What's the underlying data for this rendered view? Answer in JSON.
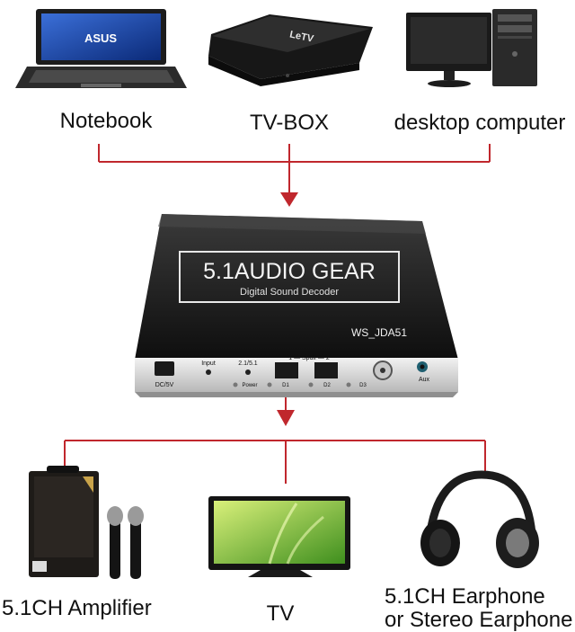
{
  "sources": [
    {
      "label": "Notebook",
      "brand": "ASUS"
    },
    {
      "label": "TV-BOX",
      "brand": "LeTV"
    },
    {
      "label": "desktop computer"
    }
  ],
  "decoder": {
    "title": "5.1AUDIO GEAR",
    "subtitle": "Digital Sound Decoder",
    "model": "WS_JDA51",
    "ports": {
      "dc": "DC/5V",
      "input": "Input",
      "mode": "2.1/5.1",
      "spdif": "1 — Spdif — 2",
      "power": "Power",
      "d1": "D1",
      "d2": "D2",
      "d3": "D3",
      "aux": "Aux"
    }
  },
  "outputs": [
    {
      "label": "5.1CH Amplifier"
    },
    {
      "label": "TV"
    },
    {
      "label_line1": "5.1CH Earphone",
      "label_line2": "or Stereo Earphone"
    }
  ],
  "colors": {
    "connector": "#c0272d",
    "device_dark": "#1a1a1a",
    "panel_silver": "#d9d9d9",
    "text": "#111111"
  }
}
